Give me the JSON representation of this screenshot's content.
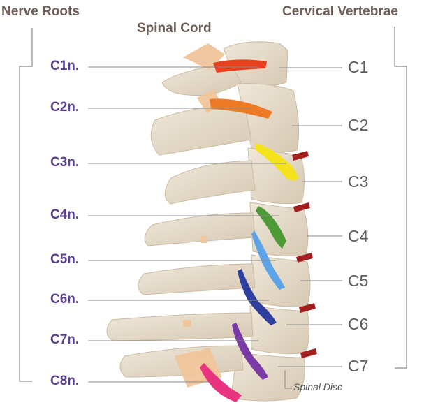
{
  "headers": {
    "nerve_roots": "Nerve Roots",
    "spinal_cord": "Spinal Cord",
    "cervical_vertebrae": "Cervical Vertebrae"
  },
  "nerve_roots": [
    {
      "label": "C1n.",
      "color": "#e8401f"
    },
    {
      "label": "C2n.",
      "color": "#ef7a25"
    },
    {
      "label": "C3n.",
      "color": "#f4e21b"
    },
    {
      "label": "C4n.",
      "color": "#4e9a37"
    },
    {
      "label": "C5n.",
      "color": "#5ea3e6"
    },
    {
      "label": "C6n.",
      "color": "#2f3f9d"
    },
    {
      "label": "C7n.",
      "color": "#7a3ba6"
    },
    {
      "label": "C8n.",
      "color": "#e8337e"
    }
  ],
  "vertebrae": [
    "C1",
    "C2",
    "C3",
    "C4",
    "C5",
    "C6",
    "C7"
  ],
  "spinal_disc": "Spinal Disc",
  "colors": {
    "bone": "#e6dccb",
    "bone_shadow": "#cfc2ac",
    "cord": "#f0c59a",
    "disc": "#a31f1f",
    "nerve_label": "#5b3f91",
    "vertebra_label": "#5d5d5d",
    "header": "#6f5d57"
  }
}
